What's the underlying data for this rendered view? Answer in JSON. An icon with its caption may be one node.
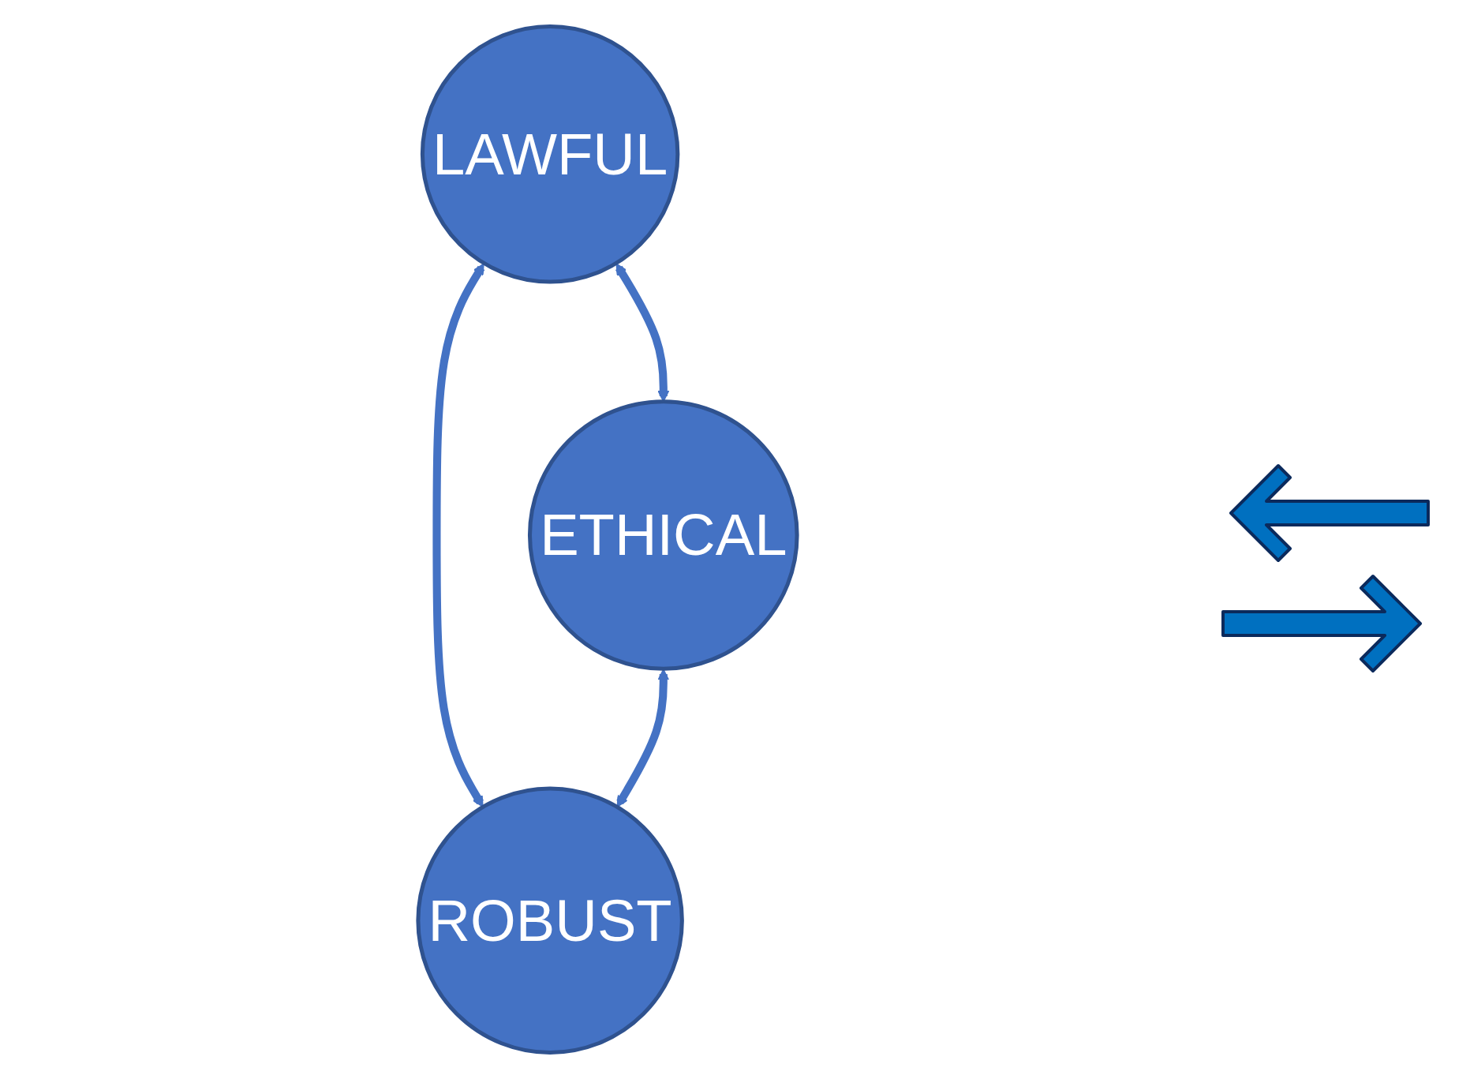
{
  "diagram": {
    "nodes": [
      {
        "text": [
          "LAWFUL"
        ]
      },
      {
        "text": [
          "ETHICAL"
        ]
      },
      {
        "text": [
          "ROBUST"
        ]
      }
    ],
    "edges": [
      {
        "from": 0,
        "to": 1,
        "arrow": "both"
      },
      {
        "from": 0,
        "to": 2,
        "arrow": "both"
      },
      {
        "from": 1,
        "to": 2,
        "arrow": "both"
      }
    ]
  }
}
